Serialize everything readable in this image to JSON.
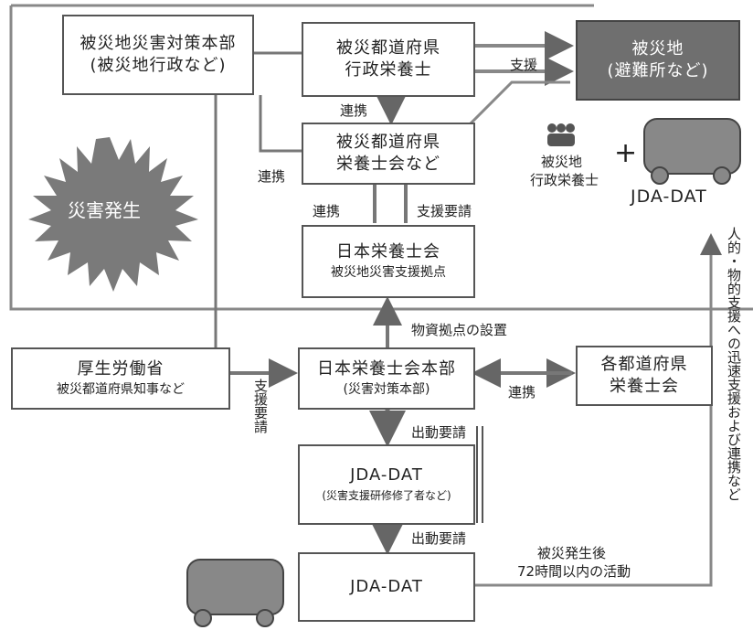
{
  "boxes": {
    "hq_disaster": {
      "line1": "被災地災害対策本部",
      "line2": "(被災地行政など)"
    },
    "pref_dietitian": {
      "line1": "被災都道府県",
      "line2": "行政栄養士"
    },
    "disaster_area": {
      "line1": "被災地",
      "line2": "(避難所など)"
    },
    "pref_association": {
      "line1": "被災都道府県",
      "line2": "栄養士会など"
    },
    "jda_local": {
      "line1": "日本栄養士会",
      "line2": "被災地災害支援拠点"
    },
    "mhlw": {
      "line1": "厚生労働省",
      "line2": "被災都道府県知事など"
    },
    "jda_hq": {
      "line1": "日本栄養士会本部",
      "line2": "(災害対策本部)"
    },
    "other_prefs": {
      "line1": "各都道府県",
      "line2": "栄養士会"
    },
    "jda_dat_trained": {
      "line1": "JDA-DAT",
      "line2": "(災害支援研修修了者など)"
    },
    "jda_dat_field": {
      "line1": "JDA-DAT"
    }
  },
  "labels": {
    "outbreak": "災害発生",
    "support": "支援",
    "coop_1": "連携",
    "coop_2": "連携",
    "coop_3": "連携",
    "coop_4": "連携",
    "support_request": "支援要請",
    "logistics_setup": "物資拠点の設置",
    "support_request_vertical": "支援要請",
    "dispatch_request": "出動要請",
    "dispatch_order": "出動要請",
    "within_72h_line1": "被災発生後",
    "within_72h_line2": "72時間以内の活動",
    "local_dietitian_line1": "被災地",
    "local_dietitian_line2": "行政栄養士",
    "plus": "+",
    "jda_dat_right": "JDA-DAT",
    "vertical_right": "人的・物的支援への迅速支援および連携など"
  }
}
